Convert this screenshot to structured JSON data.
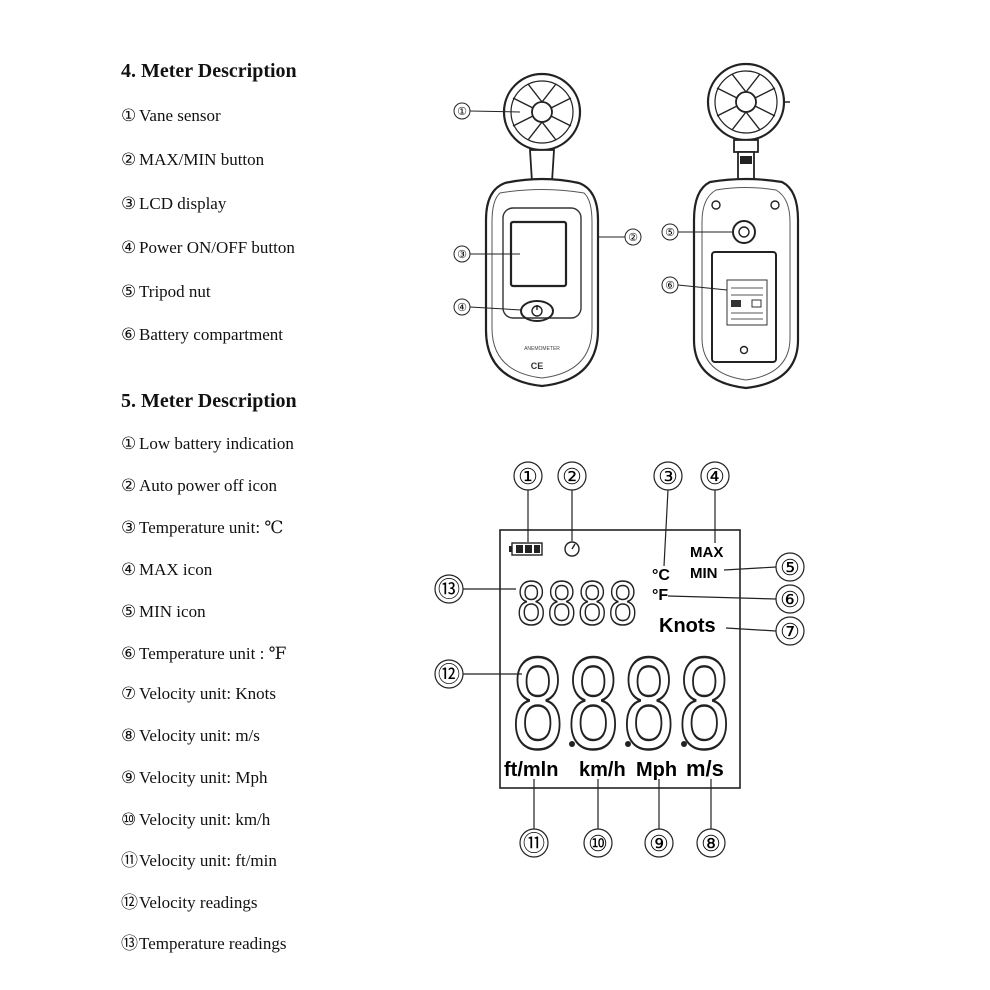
{
  "section4": {
    "heading": "4. Meter Description",
    "items": [
      {
        "num": "①",
        "text": "Vane sensor"
      },
      {
        "num": "②",
        "text": "MAX/MIN button"
      },
      {
        "num": "③",
        "text": "LCD display"
      },
      {
        "num": "④",
        "text": "Power ON/OFF button"
      },
      {
        "num": "⑤",
        "text": "Tripod nut"
      },
      {
        "num": "⑥",
        "text": "Battery compartment"
      }
    ]
  },
  "section5": {
    "heading": "5. Meter Description",
    "items": [
      {
        "num": "①",
        "text": "Low battery indication"
      },
      {
        "num": "②",
        "text": "Auto power off icon"
      },
      {
        "num": "③",
        "text": "Temperature unit: ℃"
      },
      {
        "num": "④",
        "text": "MAX icon"
      },
      {
        "num": "⑤",
        "text": "MIN icon"
      },
      {
        "num": "⑥",
        "text": "Temperature unit : ℉"
      },
      {
        "num": "⑦",
        "text": "Velocity unit: Knots"
      },
      {
        "num": "⑧",
        "text": "Velocity unit: m/s"
      },
      {
        "num": "⑨",
        "text": "Velocity unit: Mph"
      },
      {
        "num": "⑩",
        "text": "Velocity unit: km/h"
      },
      {
        "num": "⑪",
        "text": "Velocity unit: ft/min"
      },
      {
        "num": "⑫",
        "text": "Velocity readings"
      },
      {
        "num": "⑬",
        "text": "Temperature readings"
      }
    ]
  },
  "device_callouts": {
    "front": [
      "①",
      "②",
      "③",
      "④"
    ],
    "back": [
      "⑤",
      "⑥"
    ],
    "front_brand": "ANEMOMETER",
    "front_mark": "CE"
  },
  "lcd": {
    "callouts": [
      "①",
      "②",
      "③",
      "④",
      "⑤",
      "⑥",
      "⑦",
      "⑧",
      "⑨",
      "⑩",
      "⑪",
      "⑫",
      "⑬"
    ],
    "max": "MAX",
    "min": "MIN",
    "celsius": "°C",
    "fahrenheit": "°F",
    "knots": "Knots",
    "small_digits": "8888",
    "big_digits": "8888",
    "unit_ftmin": "ft/mln",
    "unit_kmh": "km/h",
    "unit_mph": "Mph",
    "unit_ms": "m/s"
  }
}
